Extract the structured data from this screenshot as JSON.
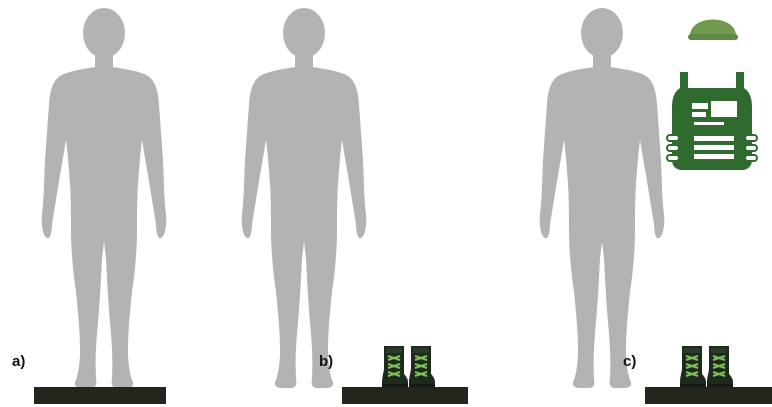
{
  "panels": [
    {
      "label": "a)",
      "equipment": []
    },
    {
      "label": "b)",
      "equipment": [
        "boots"
      ]
    },
    {
      "label": "c)",
      "equipment": [
        "helmet",
        "body-armor-vest",
        "boots"
      ]
    }
  ],
  "colors": {
    "figure": "#b3b3b3",
    "platform": "#23261d",
    "helmet": "#6f9a4f",
    "vest": "#2f6b2f",
    "vest_detail": "#ffffff",
    "boot": "#1f2a1f",
    "boot_lace": "#7fbf5a"
  }
}
